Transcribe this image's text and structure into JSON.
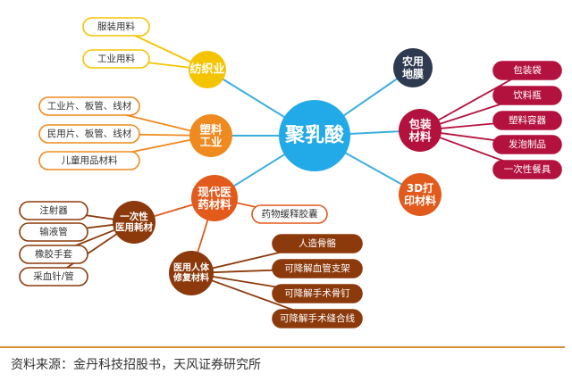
{
  "center": {
    "label": "聚乳酸",
    "color": "#22a9e8"
  },
  "colors": {
    "yellow": "#f5c400",
    "orange": "#ee8a1f",
    "red_orange": "#e25a1c",
    "brown": "#8c3a0c",
    "navy": "#2e3a4f",
    "crimson": "#b4123e",
    "line_blue": "#3aaee0",
    "yellow_fill": "#ffffff"
  },
  "nodes": {
    "textile": {
      "label": "纺织业",
      "leaves": [
        "服装用料",
        "工业用料"
      ]
    },
    "plastics": {
      "label_lines": [
        "塑料",
        "工业"
      ],
      "leaves": [
        "工业片、板管、线材",
        "民用片、板管、线材",
        "儿童用品材料"
      ]
    },
    "medical": {
      "label_lines": [
        "现代医",
        "药材料"
      ],
      "leaf": "药物缓释胶囊",
      "consumables": {
        "label_lines": [
          "一次性",
          "医用耗材"
        ],
        "leaves": [
          "注射器",
          "输液管",
          "橡胶手套",
          "采血针/管"
        ]
      },
      "repair": {
        "label_lines": [
          "医用人体",
          "修复材料"
        ],
        "leaves": [
          "人造骨骼",
          "可降解血管支架",
          "可降解手术骨钉",
          "可降解手术缝合线"
        ]
      }
    },
    "agri": {
      "label_lines": [
        "农用",
        "地膜"
      ]
    },
    "packaging": {
      "label_lines": [
        "包装",
        "材料"
      ],
      "leaves": [
        "包装袋",
        "饮料瓶",
        "塑料容器",
        "发泡制品",
        "一次性餐具"
      ]
    },
    "print3d": {
      "label_lines": [
        "3D打",
        "印材料"
      ]
    }
  },
  "footer": {
    "source": "资料来源：金丹科技招股书，天风证券研究所"
  }
}
